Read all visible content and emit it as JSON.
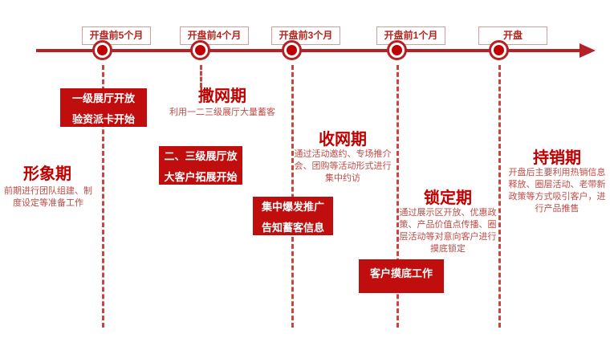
{
  "colors": {
    "primary_red": "#c00000",
    "axis_red": "#b52225",
    "dashed_red": "#c9453d",
    "flag_border": "#d89b95",
    "desc_text": "#bf4b45"
  },
  "timeline": {
    "milestones": [
      {
        "label": "开盘前5个月"
      },
      {
        "label": "开盘前4个月"
      },
      {
        "label": "开盘前3个月"
      },
      {
        "label": "开盘前1个月"
      },
      {
        "label": "开盘"
      }
    ]
  },
  "phases": [
    {
      "title": "形象期",
      "description": "前期进行团队组建、制度设定等准备工作"
    },
    {
      "title": "撒网期",
      "description": "利用一二三级展厅大量蓄客"
    },
    {
      "title": "收网期",
      "description": "通过活动邀约、专场推介会、团购等活动形式进行集中约访"
    },
    {
      "title": "锁定期",
      "description": "通过展示区开放、优惠政策、产品价值点传播、圈层活动等对意向客户进行摸底锁定"
    },
    {
      "title": "持销期",
      "description": "开盘后主要利用热销信息释放、圈层活动、老带新政策等方式吸引客户，进行产品推售"
    }
  ],
  "action_boxes": [
    {
      "line1": "一级展厅开放",
      "line2": "验资派卡开始"
    },
    {
      "line1": "二、三级展厅放",
      "line2": "大客户拓展开始"
    },
    {
      "line1": "集中爆发推广",
      "line2": "告知蓄客信息"
    },
    {
      "line1": "客户摸底工作",
      "line2": ""
    }
  ]
}
